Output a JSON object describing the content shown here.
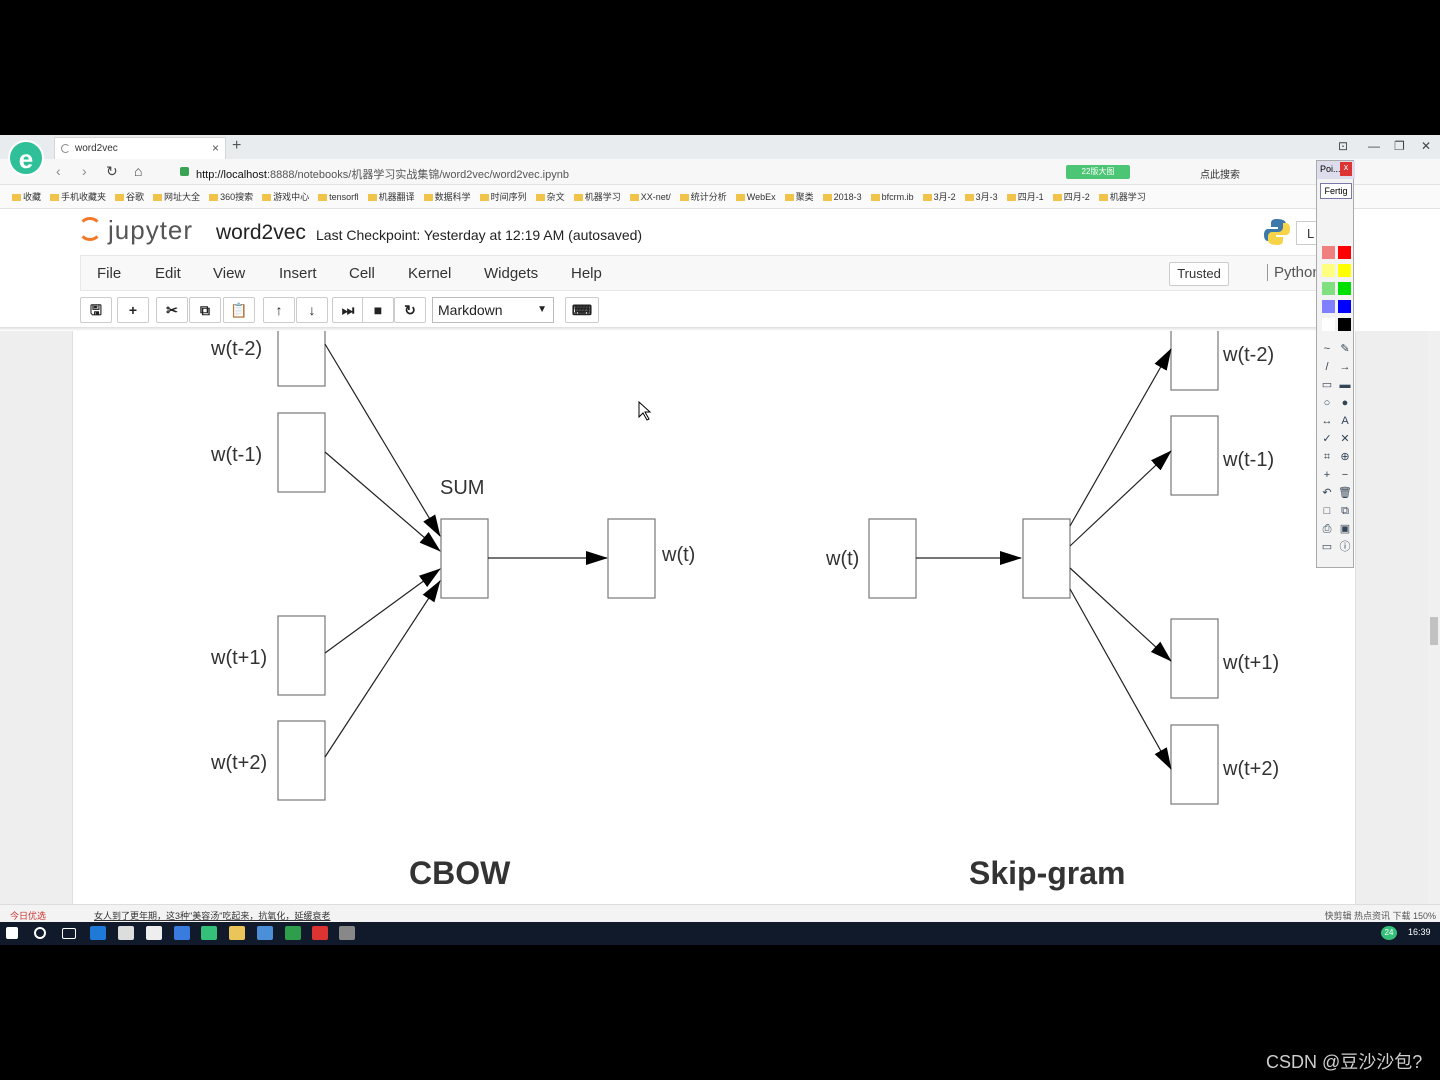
{
  "browser": {
    "tab_title": "word2vec",
    "url_host": "http://localhost",
    "url_path": ":8888/notebooks/机器学习实战集锦/word2vec/word2vec.ipynb",
    "badge": "22版大图",
    "search_label": "点此搜索",
    "bookmarks": [
      "收藏",
      "手机收藏夹",
      "谷歌",
      "网址大全",
      "360搜索",
      "游戏中心",
      "tensorfl",
      "机器翻译",
      "数据科学",
      "时间序列",
      "杂文",
      "机器学习",
      "XX-net/",
      "统计分析",
      "WebEx",
      "聚类",
      "2018-3",
      "bfcrm.ib",
      "3月-2",
      "3月-3",
      "四月-1",
      "四月-2",
      "机器学习"
    ]
  },
  "jupyter": {
    "logo_text": "jupyter",
    "notebook_name": "word2vec",
    "checkpoint": "Last Checkpoint: Yesterday at 12:19 AM (autosaved)",
    "kernel_short": "L",
    "menus": [
      "File",
      "Edit",
      "View",
      "Insert",
      "Cell",
      "Kernel",
      "Widgets",
      "Help"
    ],
    "trusted": "Trusted",
    "kernel_name": "Python",
    "cell_type": "Markdown"
  },
  "diagram": {
    "cbow": {
      "title": "CBOW",
      "sum_label": "SUM",
      "inputs": [
        "w(t-2)",
        "w(t-1)",
        "w(t+1)",
        "w(t+2)"
      ],
      "output": "w(t)"
    },
    "skipgram": {
      "title": "Skip-gram",
      "input": "w(t)",
      "outputs": [
        "w(t-2)",
        "w(t-1)",
        "w(t+1)",
        "w(t+2)"
      ]
    }
  },
  "palette": {
    "title": "Poi...",
    "close": "x",
    "done": "Fertig",
    "colors": [
      "#f08080",
      "#ff0000",
      "#ffff80",
      "#ffff00",
      "#80e080",
      "#00e000",
      "#8080ff",
      "#0000ff",
      "#ffffff",
      "#000000"
    ]
  },
  "statusbar": {
    "today": "今日优选",
    "news": "女人到了更年期，这3种\"美容汤\"吃起来，抗氧化，延缓衰老",
    "right": "快剪辑  热点资讯  下载  150%"
  },
  "taskbar": {
    "clock": "16:39",
    "badge_num": "24"
  },
  "watermark": "CSDN @豆沙沙包?"
}
